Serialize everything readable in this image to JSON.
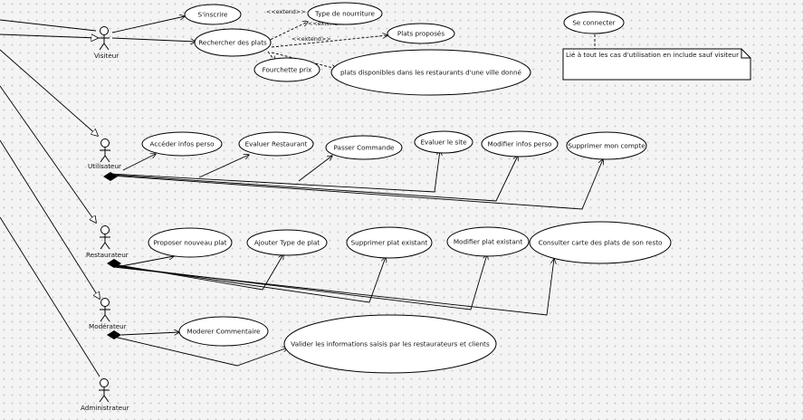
{
  "actors": {
    "visiteur": "Visiteur",
    "utilisateur": "Utilisateur",
    "restaurateur": "Restaurateur",
    "moderateur": "Modérateur",
    "administrateur": "Administrateur"
  },
  "use_cases": {
    "sinscrire": "S'inscrire",
    "type_nourriture": "Type de nourriture",
    "rechercher_plats": "Rechercher des plats",
    "plats_proposes": "Plats proposés",
    "fourchette_prix": "Fourchette prix",
    "plats_disponibles": "plats disponibles dans les restaurants d'une ville donné",
    "se_connecter": "Se connecter",
    "acceder_infos": "Accéder infos perso",
    "evaluer_restaurant": "Evaluer Restaurant",
    "passer_commande": "Passer Commande",
    "evaluer_site": "Evaluer le site",
    "modifier_infos": "Modifier infos perso",
    "supprimer_compte": "Supprimer mon compte",
    "proposer_plat": "Proposer nouveau plat",
    "ajouter_type": "Ajouter Type de plat",
    "supprimer_plat": "Supprimer plat existant",
    "modifier_plat": "Modifier plat existant",
    "consulter_carte": "Consulter carte des plats de son resto",
    "moderer_commentaire": "Moderer Commentaire",
    "valider_infos": "Valider les informations saisis par les restaurateurs et clients"
  },
  "stereotypes": {
    "extend_1": "<<extend>>",
    "extend_2": "<<extend>>",
    "extend_3": "<<extend>>"
  },
  "note": {
    "text": "Lié à tout les cas d'utilisation en include sauf visiteur"
  }
}
